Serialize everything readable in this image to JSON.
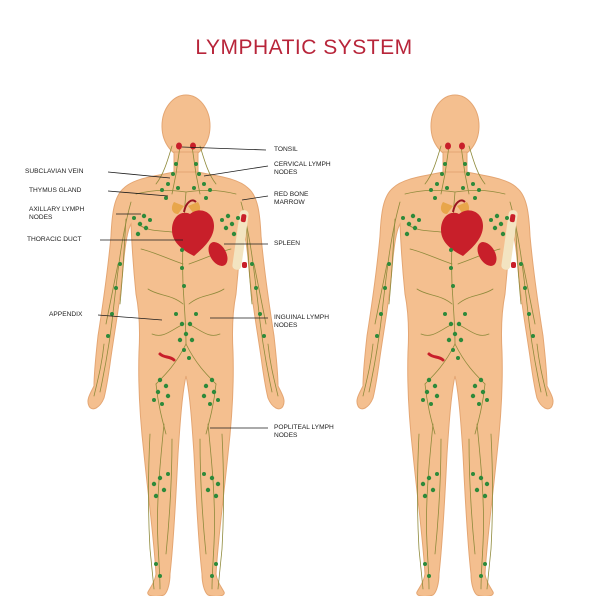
{
  "title": "LYMPHATIC SYSTEM",
  "colors": {
    "skin": "#f4bf8f",
    "skin_outline": "#e4a673",
    "vessel": "#8f8a3b",
    "node": "#2d8a3a",
    "organ": "#c81f2a",
    "bone": "#f3e4c1",
    "title": "#b8253a"
  },
  "labels": {
    "left": {
      "subclavian_vein": "SUBCLAVIAN VEIN",
      "thymus_gland": "THYMUS GLAND",
      "axillary_lymph_nodes": "AXILLARY LYMPH\nNODES",
      "thoracic_duct": "THORACIC DUCT",
      "appendix": "APPENDIX"
    },
    "right": {
      "tonsil": "TONSIL",
      "cervical_lymph_nodes": "CERVICAL LYMPH\nNODES",
      "red_bone_marrow": "RED BONE\nMARROW",
      "spleen": "SPLEEN",
      "inguinal_lymph_nodes": "INGUINAL LYMPH\nNODES",
      "popliteal_lymph_nodes": "POPLITEAL LYMPH\nNODES"
    }
  }
}
